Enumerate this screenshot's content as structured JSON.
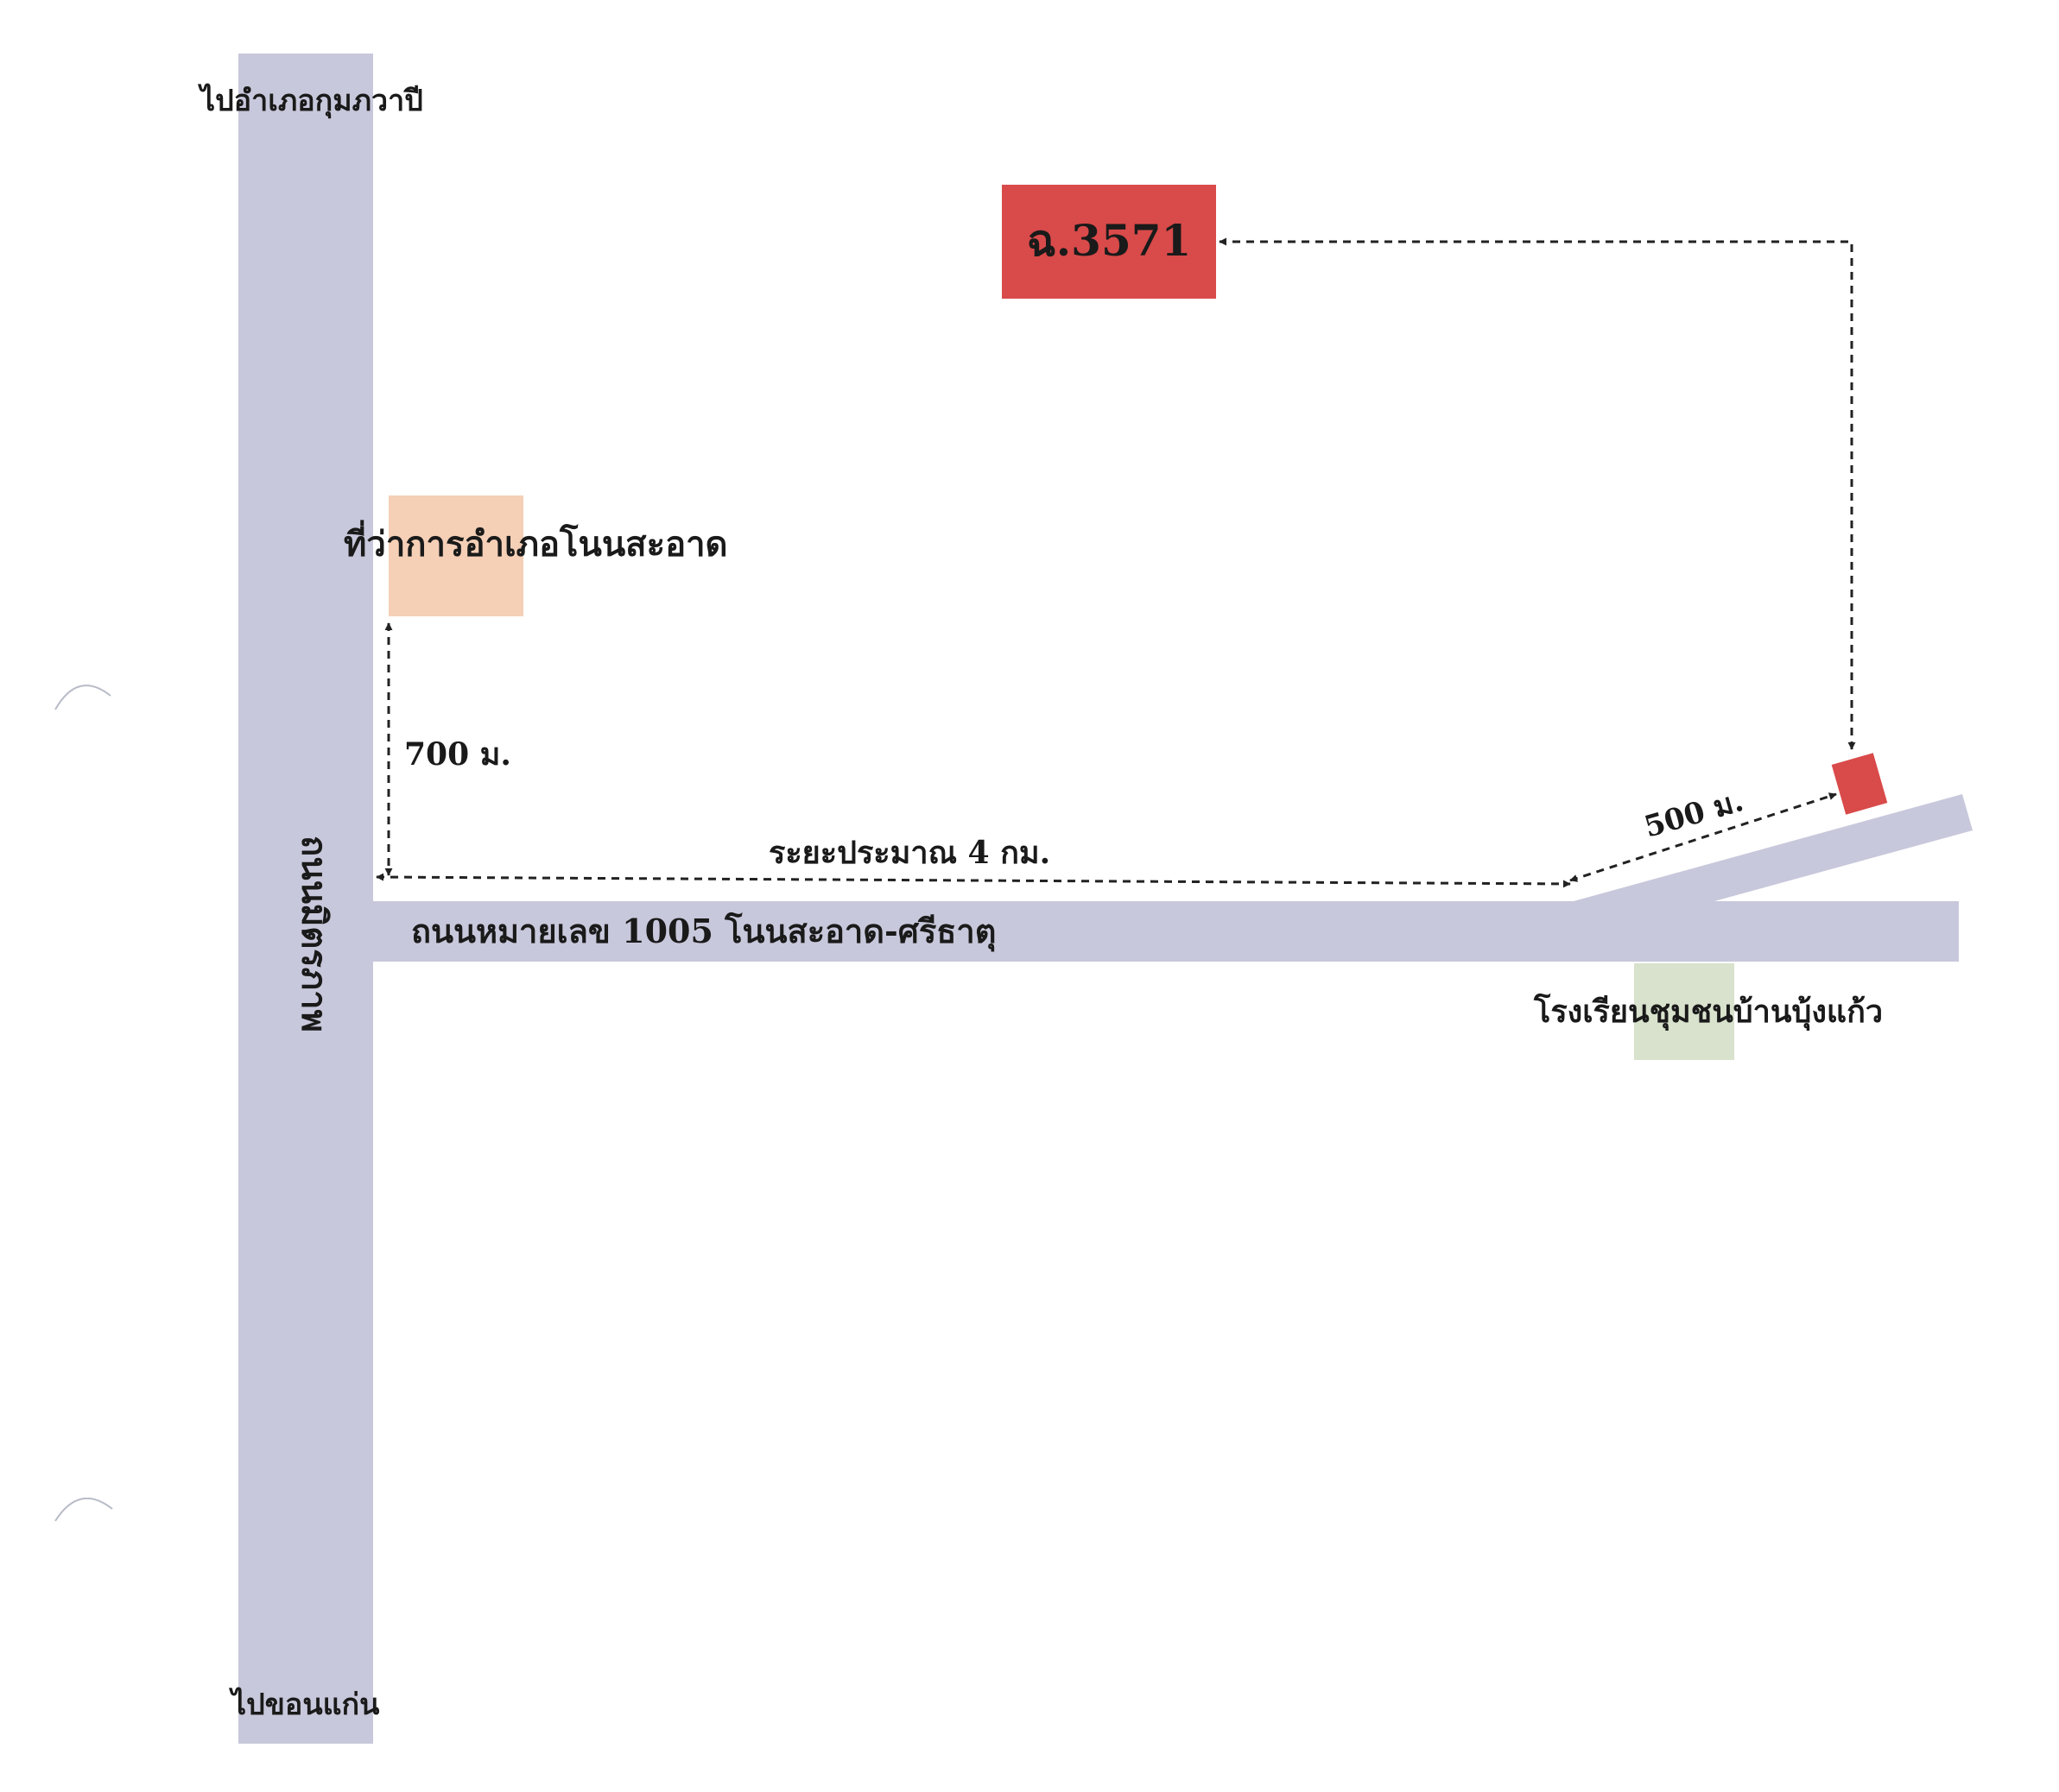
{
  "map": {
    "labels": {
      "to_kumphawapi": "ไปอำเภอกุมภวาปี",
      "to_khonkaen": "ไปขอนแก่น",
      "main_road": "ถนนมิตรภาพ",
      "district_office": "ที่ว่าการอำเภอโนนสะอาด",
      "distance_700": "700 ม.",
      "distance_4km": "ระยะประมาณ 4 กม.",
      "distance_500": "500 ม.",
      "road_1005": "ถนนหมายเลข 1005 โนนสะอาด-ศรีธาตุ",
      "school": "โรงเรียนชุมชนบ้านบุ้งแก้ว",
      "plot_id": "ฉ.3571"
    },
    "colors": {
      "road": "#c8c8dc",
      "plot": "#d94a4a",
      "district_office": "#f5cfb6",
      "school": "#d8e2cc",
      "arrow": "#222222"
    }
  }
}
